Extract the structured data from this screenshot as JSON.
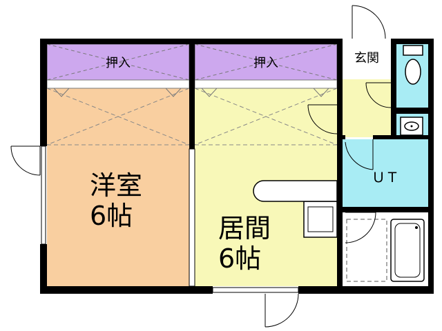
{
  "rooms": {
    "western_room": {
      "name": "洋室",
      "size": "6帖",
      "color": "#F9CFA0"
    },
    "living_room": {
      "name": "居間",
      "size": "6帖",
      "color": "#F8F8B8"
    },
    "entrance": {
      "name": "玄関",
      "color": "#F8F8B8"
    },
    "utility": {
      "name": "ＵＴ",
      "color": "#A8ECF4"
    },
    "toilet": {
      "color": "#A8ECF4"
    }
  },
  "closets": {
    "left": {
      "name": "押入"
    },
    "right": {
      "name": "押入"
    },
    "color": "#CDA8EE"
  },
  "fixtures": [
    "door-swing",
    "toilet",
    "wash-basin",
    "bathtub",
    "kitchen-counter"
  ],
  "colors": {
    "wall": "#000000",
    "bath_floor": "#FFFFFF"
  }
}
